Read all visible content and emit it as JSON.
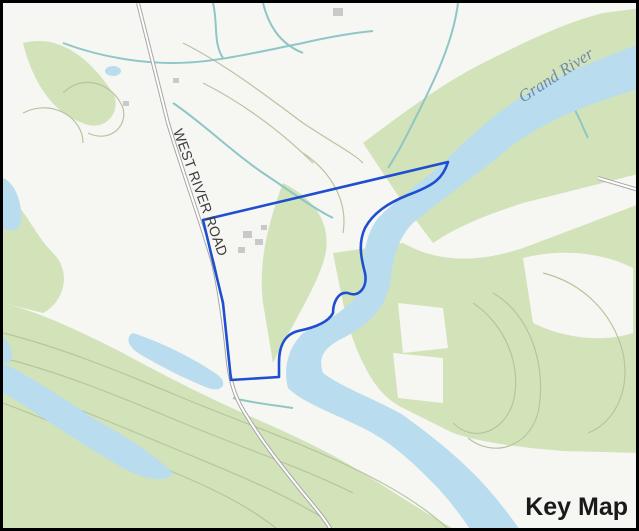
{
  "map": {
    "title": "Key Map",
    "road_label": "WEST RIVER ROAD",
    "river_label": "Grand River"
  },
  "colors": {
    "land": "#f6f6f3",
    "forest": "#cfe0b6",
    "forest_dark": "#b9d49c",
    "contour": "#b8c4a0",
    "water": "#b9dcee",
    "stream": "#8fc6c6",
    "road": "#9b9b9b",
    "property_boundary": "#1f4fcf",
    "frame": "#000000"
  }
}
